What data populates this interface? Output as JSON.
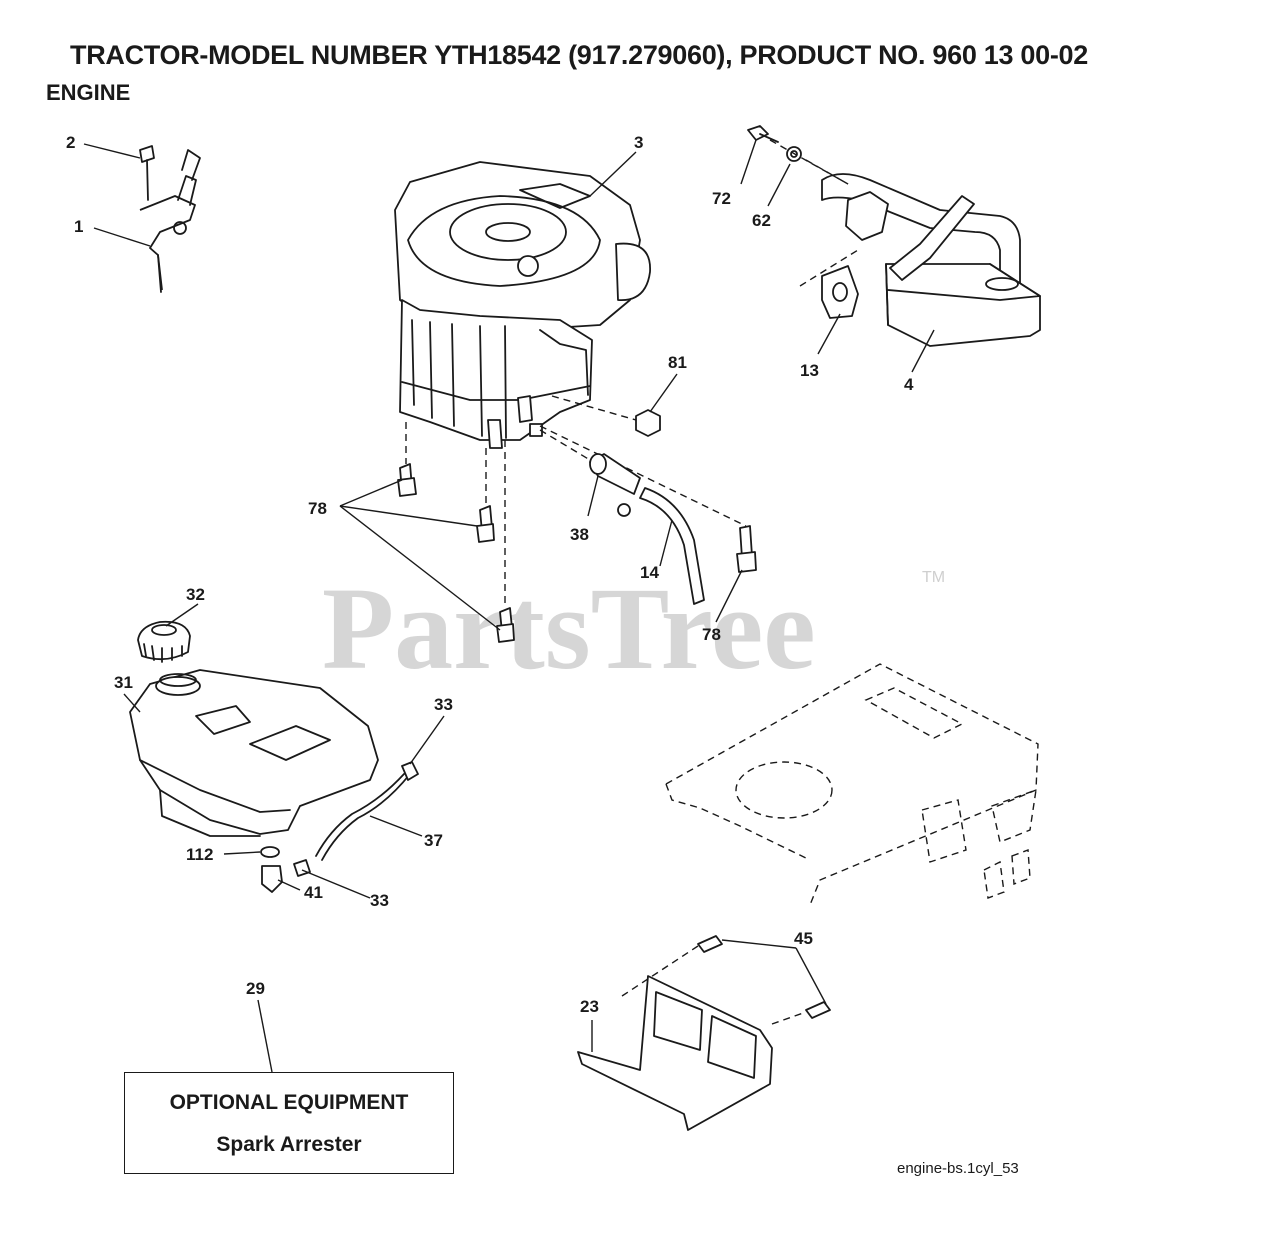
{
  "header": {
    "title": "TRACTOR-MODEL NUMBER YTH18542 (917.279060), PRODUCT NO. 960 13 00-02",
    "subtitle": "ENGINE"
  },
  "watermark": {
    "text": "PartsTree",
    "tm": "TM"
  },
  "callouts": {
    "c1": "1",
    "c2": "2",
    "c3": "3",
    "c4": "4",
    "c13": "13",
    "c14": "14",
    "c23": "23",
    "c29": "29",
    "c31": "31",
    "c32": "32",
    "c33a": "33",
    "c33b": "33",
    "c37": "37",
    "c38": "38",
    "c41": "41",
    "c45": "45",
    "c62": "62",
    "c72": "72",
    "c78a": "78",
    "c78b": "78",
    "c81": "81",
    "c112": "112"
  },
  "optional_equipment": {
    "heading": "OPTIONAL EQUIPMENT",
    "item": "Spark Arrester"
  },
  "reference": "engine-bs.1cyl_53"
}
